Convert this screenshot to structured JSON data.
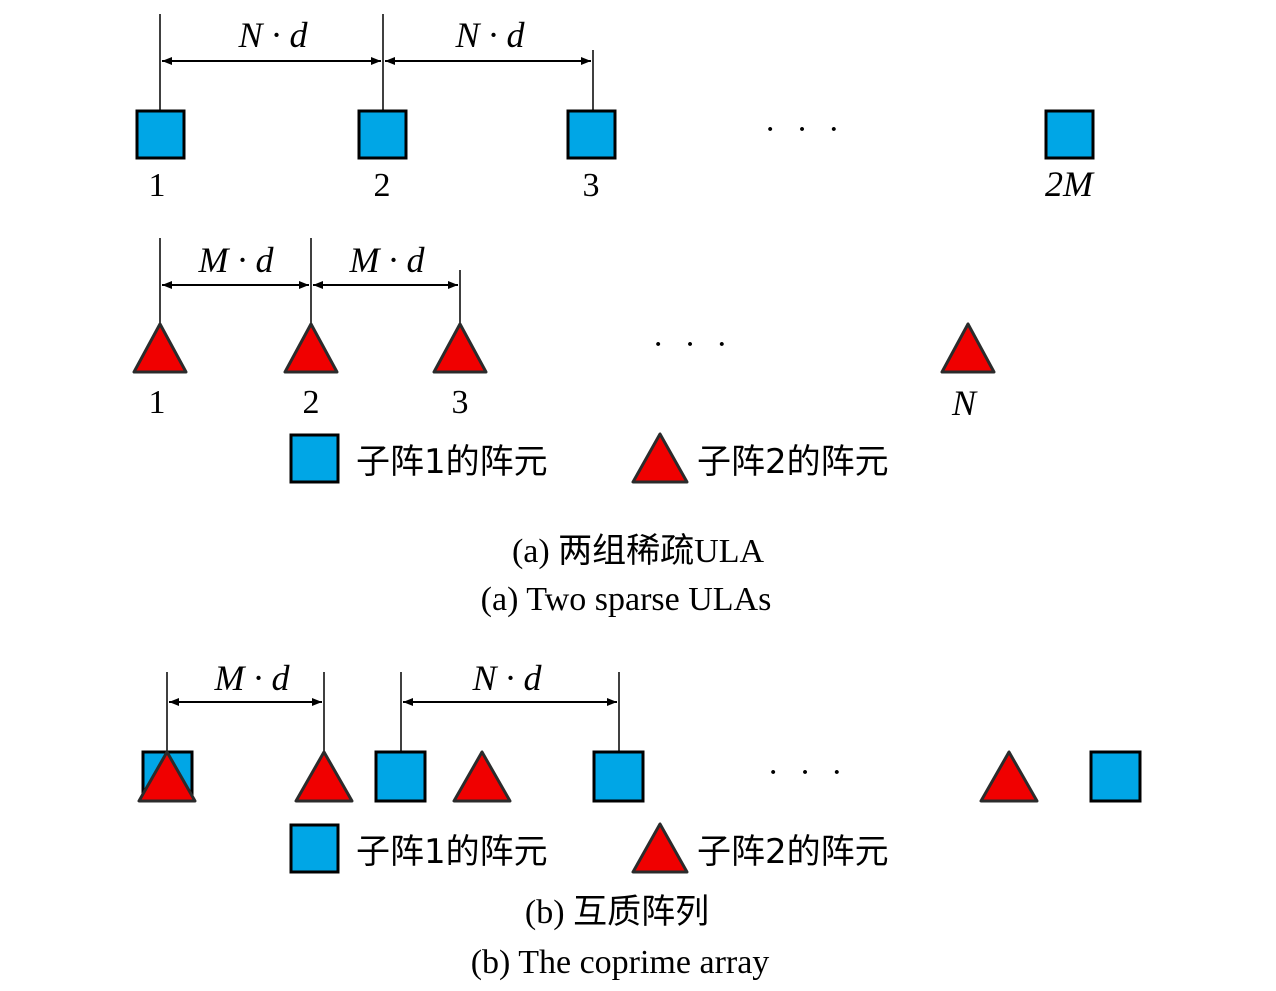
{
  "panel_a": {
    "sub1": {
      "spacing_label": "N · d",
      "element_labels": [
        "1",
        "2",
        "3",
        "2M"
      ],
      "ellipsis": "· · ·"
    },
    "sub2": {
      "spacing_label": "M · d",
      "element_labels": [
        "1",
        "2",
        "3",
        "N"
      ],
      "ellipsis": "· · ·"
    },
    "caption_cn": "(a) 两组稀疏ULA",
    "caption_en": "(a) Two sparse ULAs"
  },
  "legend": {
    "sub1_label": "子阵1的阵元",
    "sub2_label": "子阵2的阵元"
  },
  "panel_b": {
    "spacing_label_m": "M · d",
    "spacing_label_n": "N · d",
    "ellipsis": "· · ·",
    "caption_cn": "(b) 互质阵列",
    "caption_en": "(b) The coprime array"
  },
  "colors": {
    "subarray1": "#00A6E6",
    "subarray2": "#F00000"
  },
  "icons": {
    "subarray1_marker": "square",
    "subarray2_marker": "triangle"
  }
}
